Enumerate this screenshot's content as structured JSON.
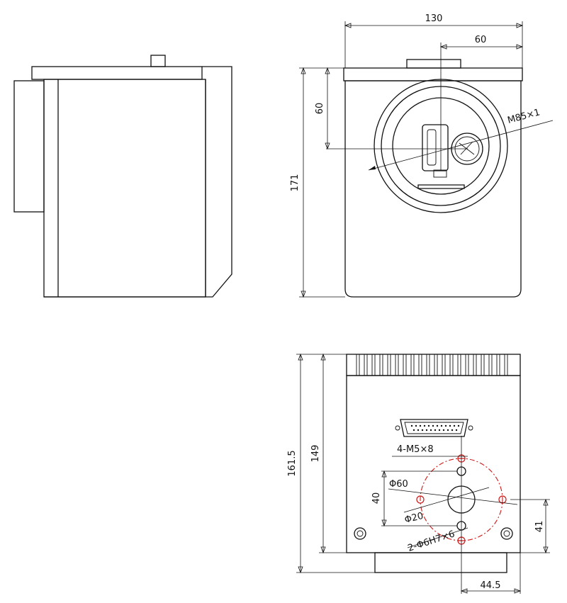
{
  "dimensions": {
    "top_width": "130",
    "top_offset": "60",
    "front_upper": "60",
    "front_height": "171",
    "thread": "M85×1",
    "back_total": "161.5",
    "back_body": "149",
    "holes_m5": "4-M5×8",
    "bolt_circle": "Φ60",
    "center_hole": "Φ20",
    "pin_holes": "2-Φ6H7×6",
    "spacing_40": "40",
    "right_41": "41",
    "bottom_44_5": "44.5"
  },
  "colors": {
    "line": "#111111",
    "accent": "#d01818"
  }
}
